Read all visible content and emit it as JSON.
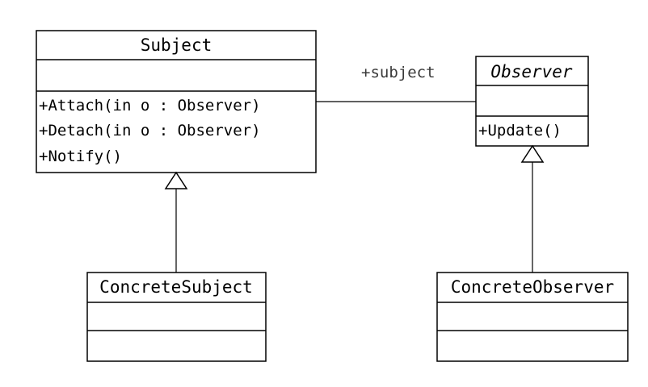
{
  "diagram": {
    "classes": {
      "subject": {
        "name": "Subject",
        "operations": [
          "+Attach(in o : Observer)",
          "+Detach(in o : Observer)",
          "+Notify()"
        ]
      },
      "observer": {
        "name": "Observer",
        "abstract": true,
        "operations": [
          "+Update()"
        ]
      },
      "concrete_subject": {
        "name": "ConcreteSubject",
        "operations": []
      },
      "concrete_observer": {
        "name": "ConcreteObserver",
        "operations": []
      }
    },
    "association": {
      "role_label": "+subject"
    }
  }
}
